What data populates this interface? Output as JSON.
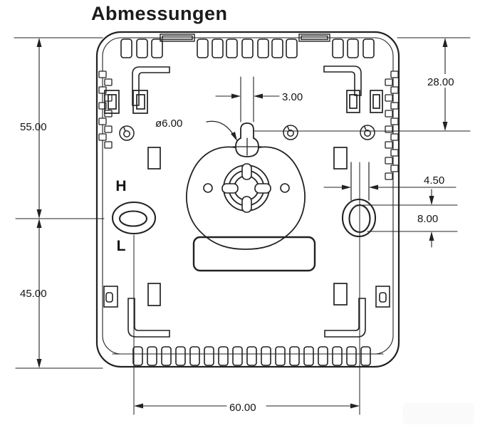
{
  "page": {
    "title": "Abmessungen"
  },
  "drawing": {
    "labels": {
      "high": "H",
      "low": "L"
    },
    "dims": {
      "upper_height": "55.00",
      "lower_height": "45.00",
      "top_to_center": "28.00",
      "slot_width": "3.00",
      "hole_dia": "ø6.00",
      "tab_width": "4.50",
      "hole_height": "8.00",
      "mount_spacing": "60.00"
    },
    "line_color": "#222222",
    "background_color": "#ffffff"
  }
}
